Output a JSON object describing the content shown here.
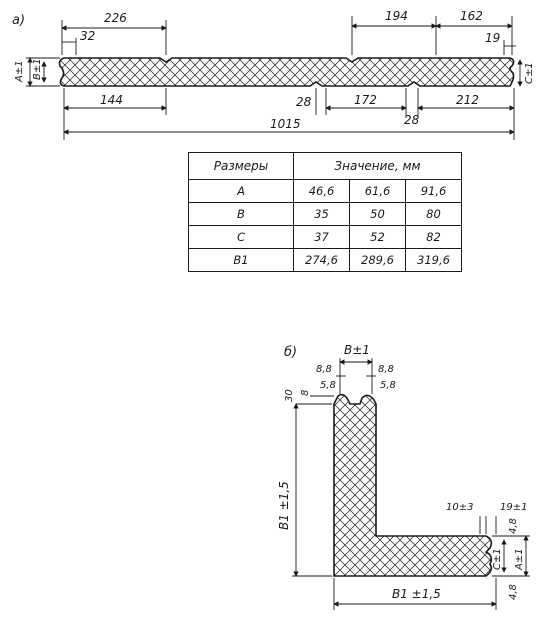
{
  "panel_a": {
    "label": "а)",
    "dims_top": [
      "226",
      "32",
      "194",
      "162",
      "19"
    ],
    "dims_bottom": [
      "144",
      "28",
      "172",
      "28",
      "212",
      "1015"
    ],
    "side_labels": {
      "a": "A±1",
      "b": "B±1",
      "c": "C±1"
    }
  },
  "table": {
    "header_col": "Размеры",
    "header_vals": "Значение, мм",
    "rows": [
      {
        "name": "A",
        "v1": "46,6",
        "v2": "61,6",
        "v3": "91,6"
      },
      {
        "name": "B",
        "v1": "35",
        "v2": "50",
        "v3": "80"
      },
      {
        "name": "C",
        "v1": "37",
        "v2": "52",
        "v3": "82"
      },
      {
        "name": "B1",
        "v1": "274,6",
        "v2": "289,6",
        "v3": "319,6"
      }
    ]
  },
  "panel_b": {
    "label": "б)",
    "b_top": "B±1",
    "d_8_8_left": "8,8",
    "d_8_8_right": "8,8",
    "d_5_8_left": "5,8",
    "d_5_8_right": "5,8",
    "d_30": "30",
    "d_8": "8",
    "b1_vertical": "B1 ±1,5",
    "b1_horizontal": "B1 ±1,5",
    "d_10": "10±3",
    "d_19": "19±1",
    "d_4_8_top": "4,8",
    "d_4_8_bottom": "4,8",
    "c_side": "C±1",
    "a_side": "A±1"
  }
}
